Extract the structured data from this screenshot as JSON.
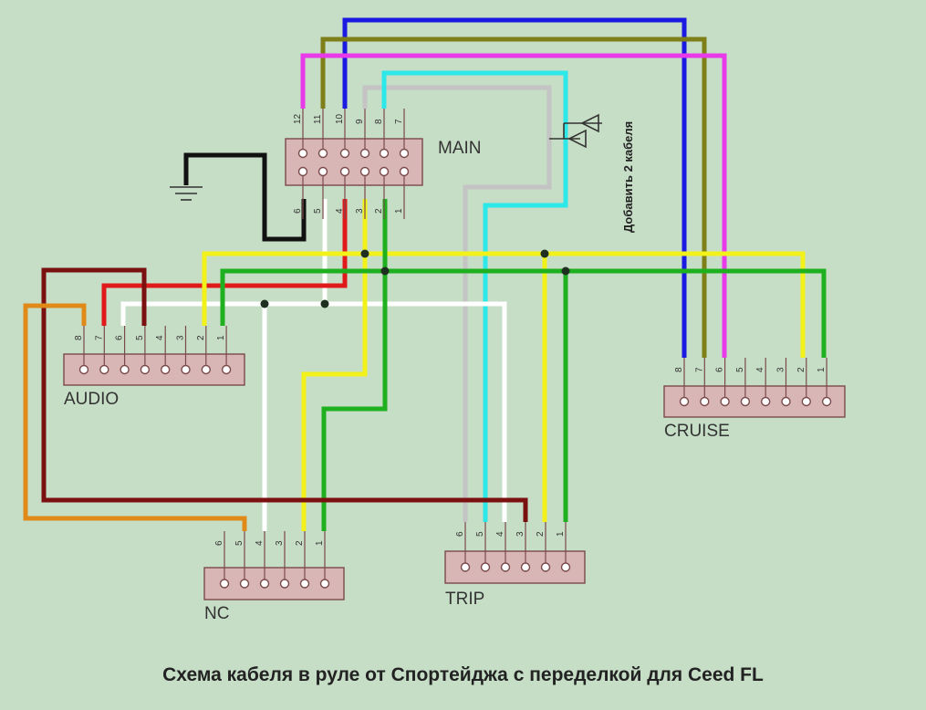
{
  "caption": "Схема кабеля в руле от Спортейджа с переделкой для Ceed FL",
  "note": "Добавить 2 кабеля",
  "connectors": {
    "main": {
      "label": "MAIN",
      "pins_top": [
        "12",
        "11",
        "10",
        "9",
        "8",
        "7"
      ],
      "pins_bottom": [
        "6",
        "5",
        "4",
        "3",
        "2",
        "1"
      ]
    },
    "audio": {
      "label": "AUDIO",
      "pins": [
        "8",
        "7",
        "6",
        "5",
        "4",
        "3",
        "2",
        "1"
      ]
    },
    "cruise": {
      "label": "CRUISE",
      "pins": [
        "8",
        "7",
        "6",
        "5",
        "4",
        "3",
        "2",
        "1"
      ]
    },
    "nc": {
      "label": "NC",
      "pins": [
        "6",
        "5",
        "4",
        "3",
        "2",
        "1"
      ]
    },
    "trip": {
      "label": "TRIP",
      "pins": [
        "6",
        "5",
        "4",
        "3",
        "2",
        "1"
      ]
    }
  },
  "wire_colors": {
    "blue": "#1a1ae0",
    "olive": "#7f7f1a",
    "magenta": "#e83ae8",
    "cyan": "#2de8e8",
    "gray": "#c4c4c4",
    "black": "#111111",
    "white": "#ffffff",
    "red": "#e01a1a",
    "yellow": "#f2f21a",
    "green": "#1fb01f",
    "dark_red": "#7a1010",
    "orange": "#e08a1a"
  },
  "icons": {
    "ground": "ground-icon",
    "antenna": "antenna-icon"
  }
}
